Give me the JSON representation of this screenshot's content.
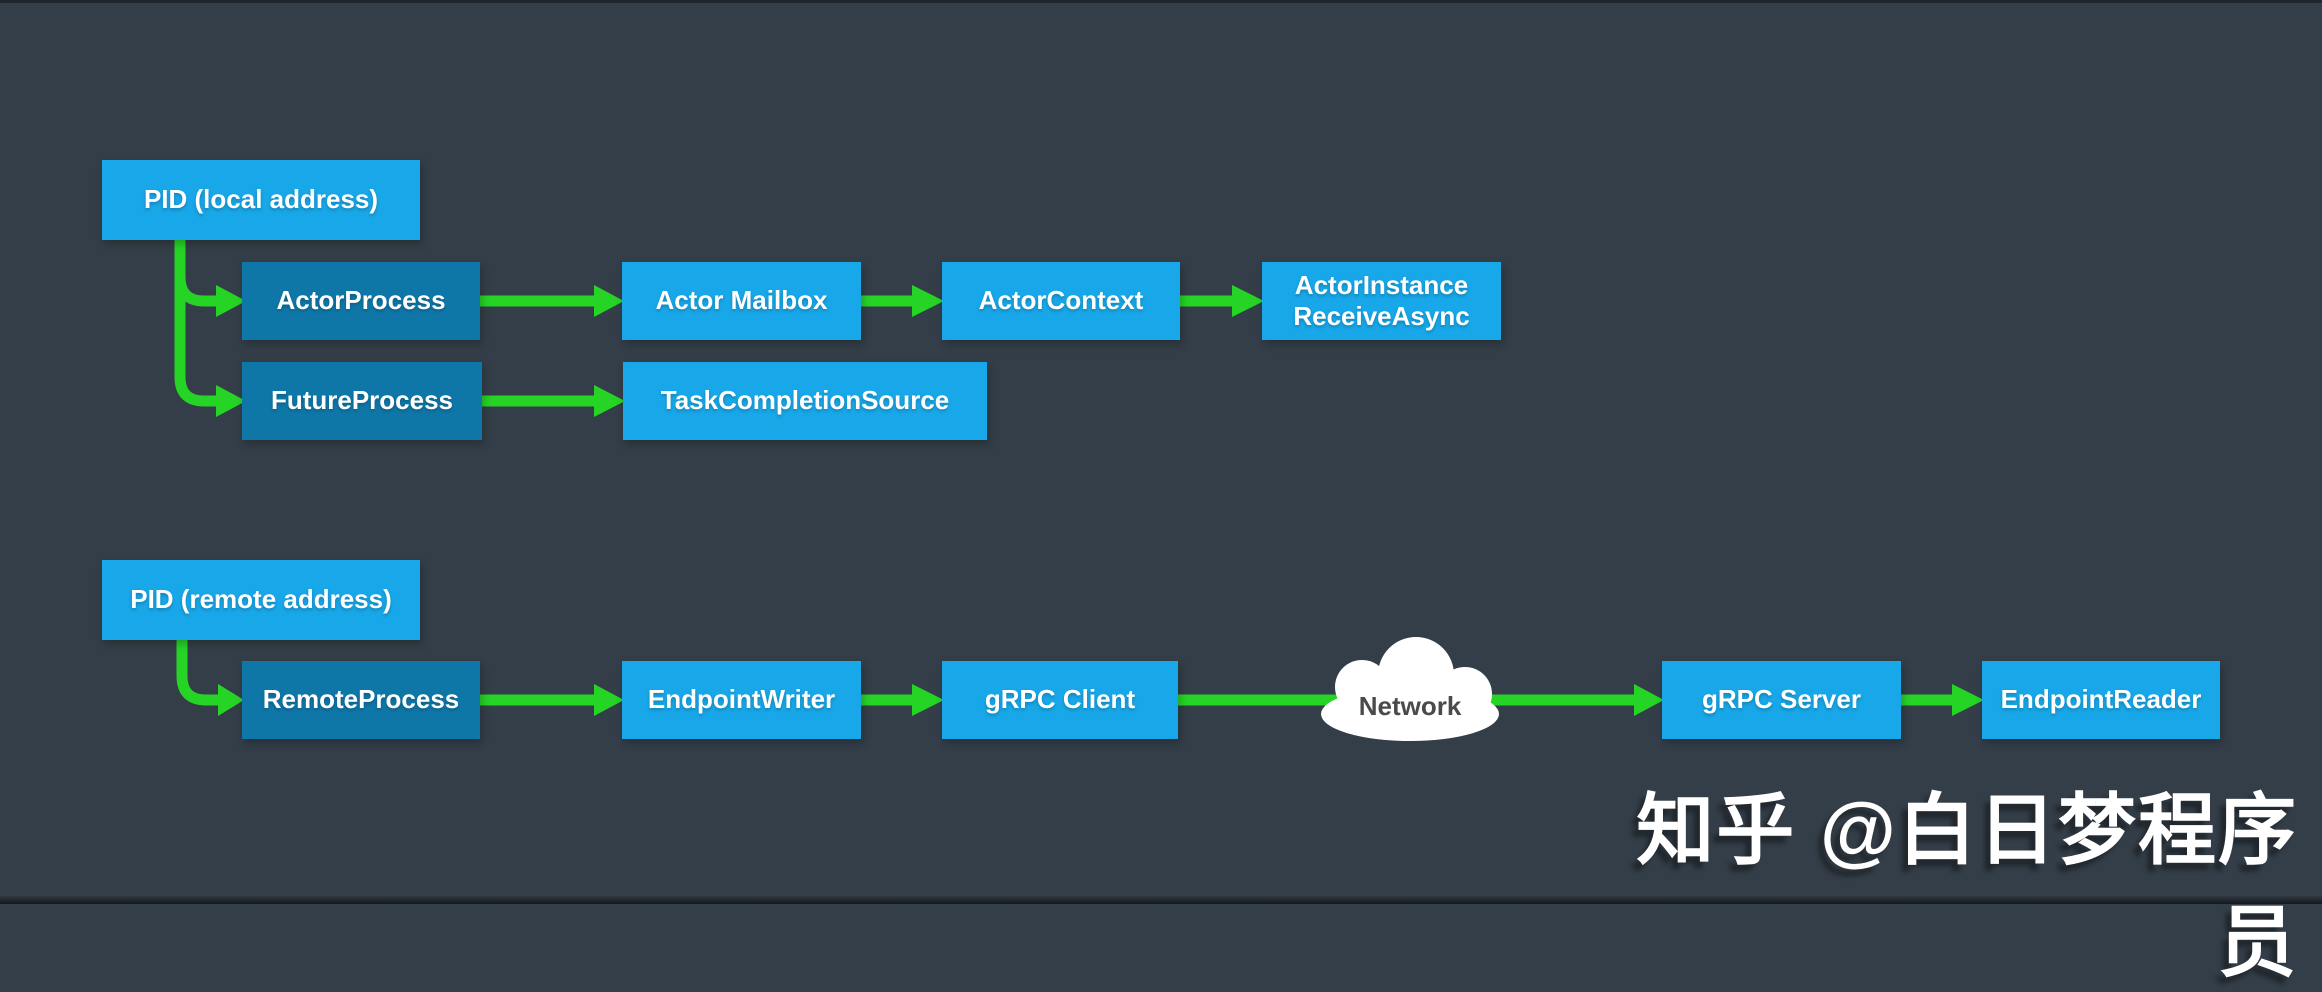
{
  "colors": {
    "background": "#343E48",
    "box_light": "#18A7E8",
    "box_dark": "#0F77A8",
    "arrow_green": "#26D426",
    "cloud_fill": "#FFFFFF",
    "cloud_text": "#4A4A4A",
    "node_text": "#FFFFFF"
  },
  "nodes": {
    "pid_local": "PID (local address)",
    "actor_process": "ActorProcess",
    "actor_mailbox": "Actor Mailbox",
    "actor_context": "ActorContext",
    "actor_instance": "ActorInstance\nReceiveAsync",
    "future_process": "FutureProcess",
    "task_completion_source": "TaskCompletionSource",
    "pid_remote": "PID (remote address)",
    "remote_process": "RemoteProcess",
    "endpoint_writer": "EndpointWriter",
    "grpc_client": "gRPC Client",
    "network": "Network",
    "grpc_server": "gRPC Server",
    "endpoint_reader": "EndpointReader"
  },
  "connections": [
    {
      "from": "pid_local",
      "to": "actor_process"
    },
    {
      "from": "pid_local",
      "to": "future_process"
    },
    {
      "from": "actor_process",
      "to": "actor_mailbox"
    },
    {
      "from": "actor_mailbox",
      "to": "actor_context"
    },
    {
      "from": "actor_context",
      "to": "actor_instance"
    },
    {
      "from": "future_process",
      "to": "task_completion_source"
    },
    {
      "from": "pid_remote",
      "to": "remote_process"
    },
    {
      "from": "remote_process",
      "to": "endpoint_writer"
    },
    {
      "from": "endpoint_writer",
      "to": "grpc_client"
    },
    {
      "from": "grpc_client",
      "to": "grpc_server",
      "via": "network"
    },
    {
      "from": "grpc_server",
      "to": "endpoint_reader"
    }
  ],
  "watermark": {
    "text": "知乎 @白日梦程序员"
  }
}
